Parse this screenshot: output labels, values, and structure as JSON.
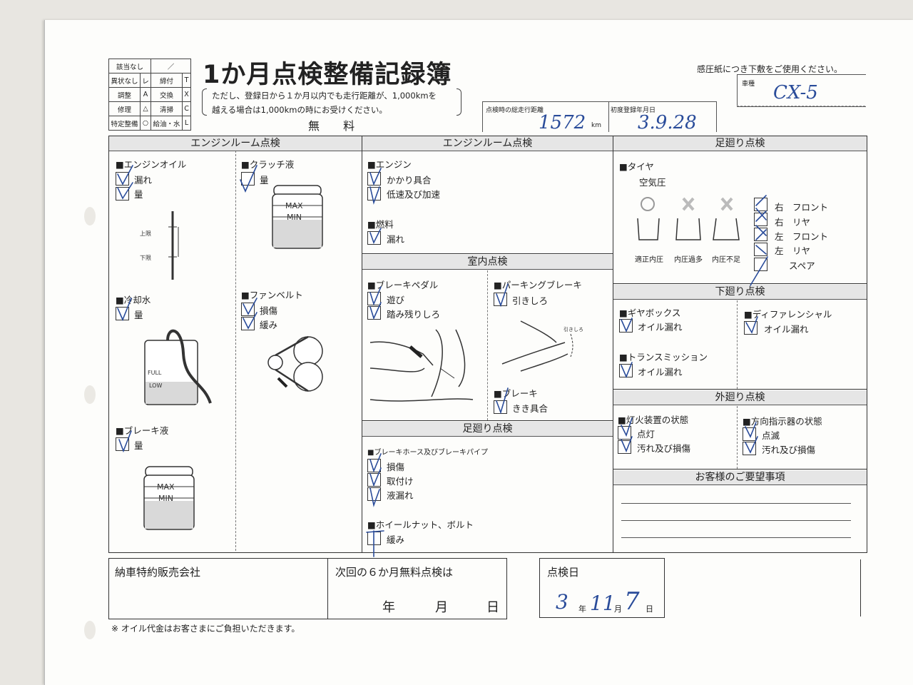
{
  "legend": [
    [
      "該当なし",
      "／"
    ],
    [
      "異状なし",
      "レ",
      "締付",
      "T"
    ],
    [
      "調整",
      "A",
      "交換",
      "X"
    ],
    [
      "修理",
      "△",
      "清掃",
      "C"
    ],
    [
      "特定整備",
      "○",
      "給油・水",
      "L"
    ]
  ],
  "header": {
    "title": "1か月点検整備記録簿",
    "note_line1": "ただし、登録日から１か月以内でも走行距離が、1,000kmを",
    "note_line2": "越える場合は1,000kmの時にお受けください。",
    "free": "無 料",
    "paper_note": "感圧紙につき下敷をご使用ください。",
    "vehicle_label": "車種",
    "vehicle_value": "CX-5",
    "mileage_label": "点検時の総走行距離",
    "mileage_value": "1572",
    "mileage_unit": "km",
    "reg_label": "初度登録年月日",
    "reg_value": "3.9.28"
  },
  "sections": {
    "engine1": "エンジンルーム点検",
    "engine2": "エンジンルーム点検",
    "chassis": "足廻り点検",
    "interior": "室内点検",
    "under": "下廻り点検",
    "exterior": "外廻り点検",
    "chassis2": "足廻り点検",
    "request": "お客様のご要望事項"
  },
  "items": {
    "engine_oil": "■エンジンオイル",
    "leak": "漏れ",
    "amount": "量",
    "clutch": "■クラッチ液",
    "coolant": "■冷却水",
    "fanbelt": "■ファンベルト",
    "damage": "損傷",
    "loose": "緩み",
    "brake_fluid": "■ブレーキ液",
    "engine": "■エンジン",
    "starting": "かかり具合",
    "low_speed": "低速及び加速",
    "fuel": "■燃料",
    "brake_pedal": "■ブレーキペダル",
    "play": "遊び",
    "remaining": "踏み残りしろ",
    "parking": "■パーキングブレーキ",
    "pull": "引きしろ",
    "brake": "■ブレーキ",
    "effect": "きき具合",
    "hose": "■ブレーキホース及びブレーキパイプ",
    "install": "取付け",
    "fluid_leak": "液漏れ",
    "wheel_nut": "■ホイールナット、ボルト",
    "tire": "■タイヤ",
    "pressure": "空気圧",
    "pressure_ok": "適正内圧",
    "pressure_high": "内圧過多",
    "pressure_low": "内圧不足",
    "rf": "右　フロント",
    "rr": "右　リヤ",
    "lf": "左　フロント",
    "lr": "左　リヤ",
    "spare": "スペア",
    "gearbox": "■ギヤボックス",
    "oil_leak": "オイル漏れ",
    "diff": "■ディファレンシャル",
    "trans": "■トランスミッション",
    "lights": "■灯火装置の状態",
    "lit": "点灯",
    "dirt": "汚れ及び損傷",
    "signal": "■方向指示器の状態",
    "blink": "点滅",
    "upper": "上限",
    "lower": "下限",
    "max": "MAX",
    "min": "MIN",
    "full": "FULL",
    "low": "LOW",
    "pull_small": "引きしろ"
  },
  "bottom": {
    "dealer": "納車特約販売会社",
    "next": "次回の６か月無料点検は",
    "year": "年",
    "month": "月",
    "day": "日",
    "inspect_date": "点検日",
    "date_y": "3",
    "date_m": "11",
    "date_d": "7",
    "footnote": "※ オイル代金はお客さまにご負担いただきます。"
  },
  "colors": {
    "ink": "#2a4c9a",
    "line": "#333333",
    "header_bg": "#e6e6e6"
  }
}
